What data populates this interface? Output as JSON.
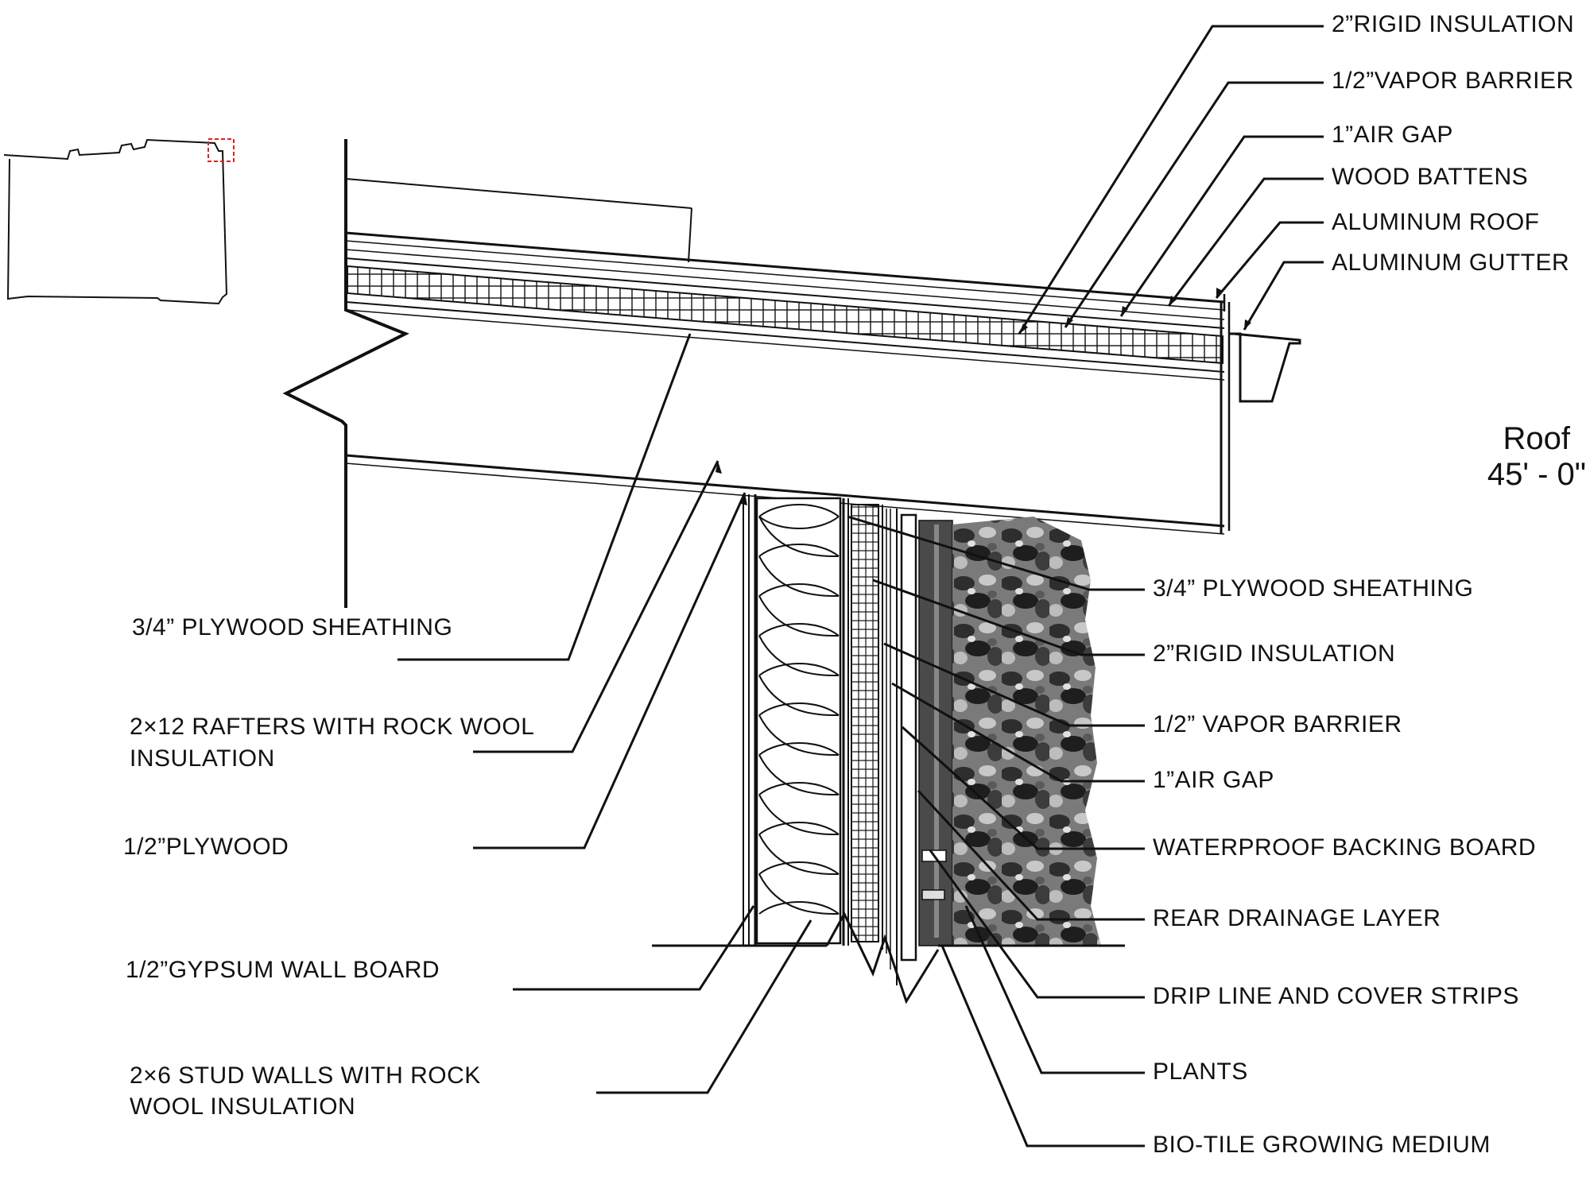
{
  "roof_labels": {
    "rigid_insulation": "2”RIGID INSULATION",
    "vapor_barrier": "1/2”VAPOR BARRIER",
    "air_gap": "1”AIR GAP",
    "wood_battens": "WOOD BATTENS",
    "aluminum_roof": "ALUMINUM ROOF",
    "aluminum_gutter": "ALUMINUM GUTTER"
  },
  "level": {
    "name": "Roof",
    "elevation": "45' - 0\""
  },
  "left_labels": {
    "plywood_sheathing": "3/4” PLYWOOD SHEATHING",
    "rafters_line1": "2×12 RAFTERS WITH ROCK WOOL",
    "rafters_line2": "INSULATION",
    "half_plywood": "1/2”PLYWOOD",
    "gypsum": "1/2”GYPSUM WALL BOARD",
    "studs_line1": "2×6 STUD WALLS WITH ROCK",
    "studs_line2": "WOOL INSULATION"
  },
  "wall_labels": {
    "plywood_sheathing": "3/4” PLYWOOD SHEATHING",
    "rigid_insulation": "2”RIGID INSULATION",
    "vapor_barrier": "1/2” VAPOR BARRIER",
    "air_gap": "1”AIR GAP",
    "backing_board": "WATERPROOF BACKING BOARD",
    "drainage": "REAR DRAINAGE LAYER",
    "drip_line": "DRIP LINE AND COVER STRIPS",
    "plants": "PLANTS",
    "growing_medium": "BIO-TILE GROWING MEDIUM"
  },
  "colors": {
    "line": "#111111",
    "key_plan_marker": "#e02020",
    "plants_dark": "#2e2e2e",
    "plants_light": "#9a9a9a"
  }
}
